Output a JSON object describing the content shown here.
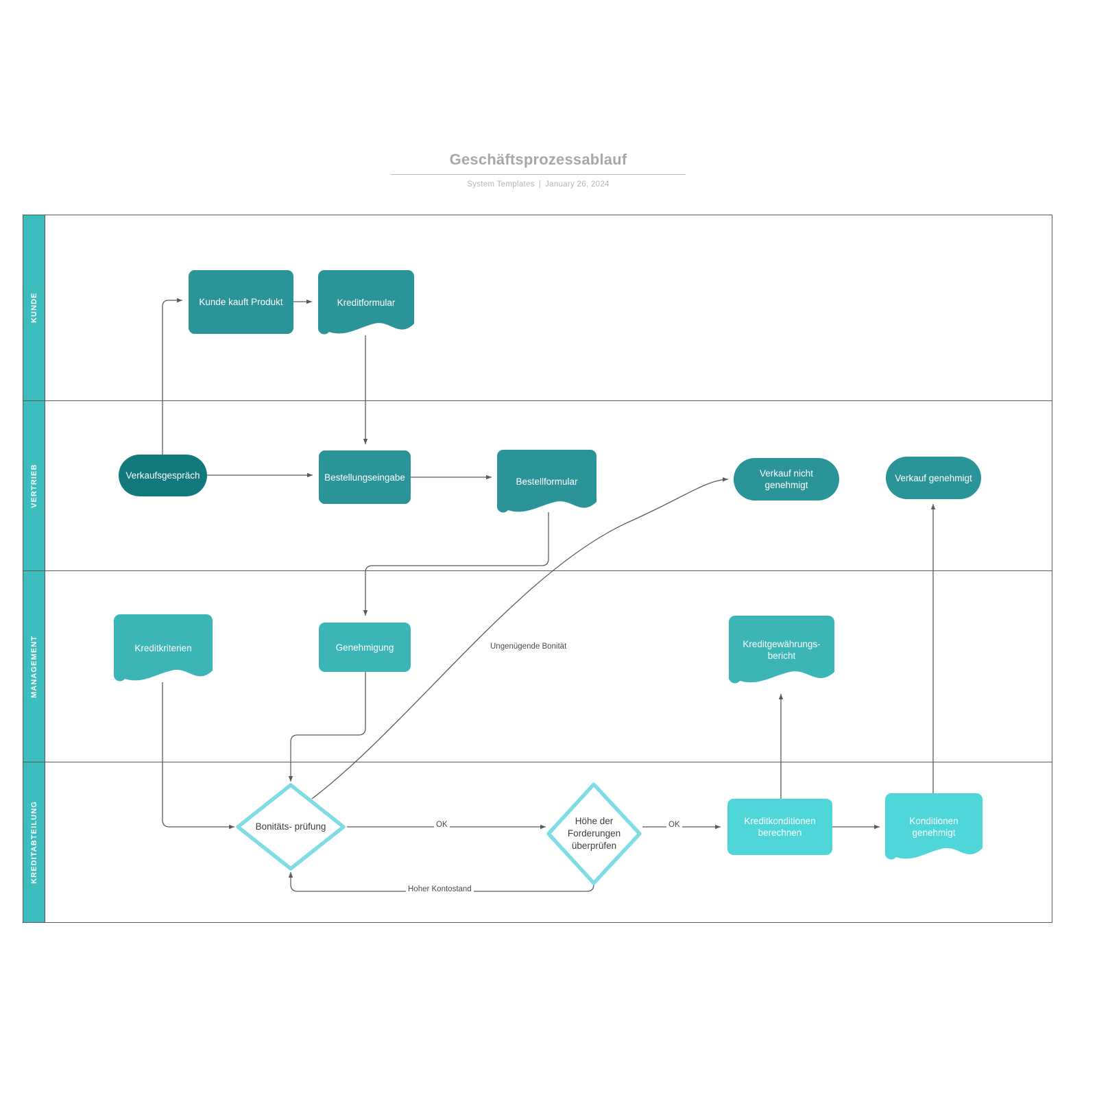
{
  "header": {
    "title": "Geschäftsprozessablauf",
    "author": "System Templates",
    "separator": "|",
    "date": "January 26, 2024"
  },
  "colors": {
    "lane_band": "#3dbdbd",
    "lane_border": "#5a5a5a",
    "teal_dark": "#11787c",
    "teal_mid": "#2a9499",
    "teal_light": "#3bb5b5",
    "cyan_bright": "#4fd6d9",
    "diamond_stroke": "#7fdce4",
    "connector": "#5a5a5a",
    "title_gray": "#a8a8a8"
  },
  "lanes": [
    {
      "id": "kunde",
      "label": "KUNDE"
    },
    {
      "id": "vertrieb",
      "label": "VERTRIEB"
    },
    {
      "id": "management",
      "label": "MANAGEMENT"
    },
    {
      "id": "kreditabteilung",
      "label": "KREDITABTEILUNG"
    }
  ],
  "nodes": {
    "kunde_kauft_produkt": {
      "label": "Kunde kauft Produkt",
      "shape": "rect",
      "lane": "KUNDE"
    },
    "kreditformular": {
      "label": "Kreditformular",
      "shape": "document",
      "lane": "KUNDE"
    },
    "verkaufsgespraech": {
      "label": "Verkaufsgespräch",
      "shape": "pill",
      "lane": "VERTRIEB"
    },
    "bestellungseingabe": {
      "label": "Bestellungseingabe",
      "shape": "rect",
      "lane": "VERTRIEB"
    },
    "bestellformular": {
      "label": "Bestellformular",
      "shape": "document",
      "lane": "VERTRIEB"
    },
    "verkauf_nicht_genehmigt": {
      "label": "Verkauf nicht genehmigt",
      "shape": "pill",
      "lane": "VERTRIEB"
    },
    "verkauf_genehmigt": {
      "label": "Verkauf genehmigt",
      "shape": "pill",
      "lane": "VERTRIEB"
    },
    "kreditkriterien": {
      "label": "Kreditkriterien",
      "shape": "document",
      "lane": "MANAGEMENT"
    },
    "genehmigung": {
      "label": "Genehmigung",
      "shape": "rect",
      "lane": "MANAGEMENT"
    },
    "kreditgewaehrungsbericht": {
      "label": "Kreditgewährungs- bericht",
      "shape": "document",
      "lane": "MANAGEMENT"
    },
    "bonitaetspruefung": {
      "label": "Bonitäts- prüfung",
      "shape": "diamond",
      "lane": "KREDITABTEILUNG"
    },
    "hoehe_forderungen": {
      "label": "Höhe der Forderungen überprüfen",
      "shape": "diamond",
      "lane": "KREDITABTEILUNG"
    },
    "kreditkonditionen_berechnen": {
      "label": "Kreditkonditionen berechnen",
      "shape": "rect",
      "lane": "KREDITABTEILUNG"
    },
    "konditionen_genehmigt": {
      "label": "Konditionen genehmigt",
      "shape": "document",
      "lane": "KREDITABTEILUNG"
    }
  },
  "edge_labels": {
    "ok_1": "OK",
    "ok_2": "OK",
    "ungenuegende_bonitaet": "Ungenügende Bonität",
    "hoher_kontostand": "Hoher Kontostand"
  }
}
